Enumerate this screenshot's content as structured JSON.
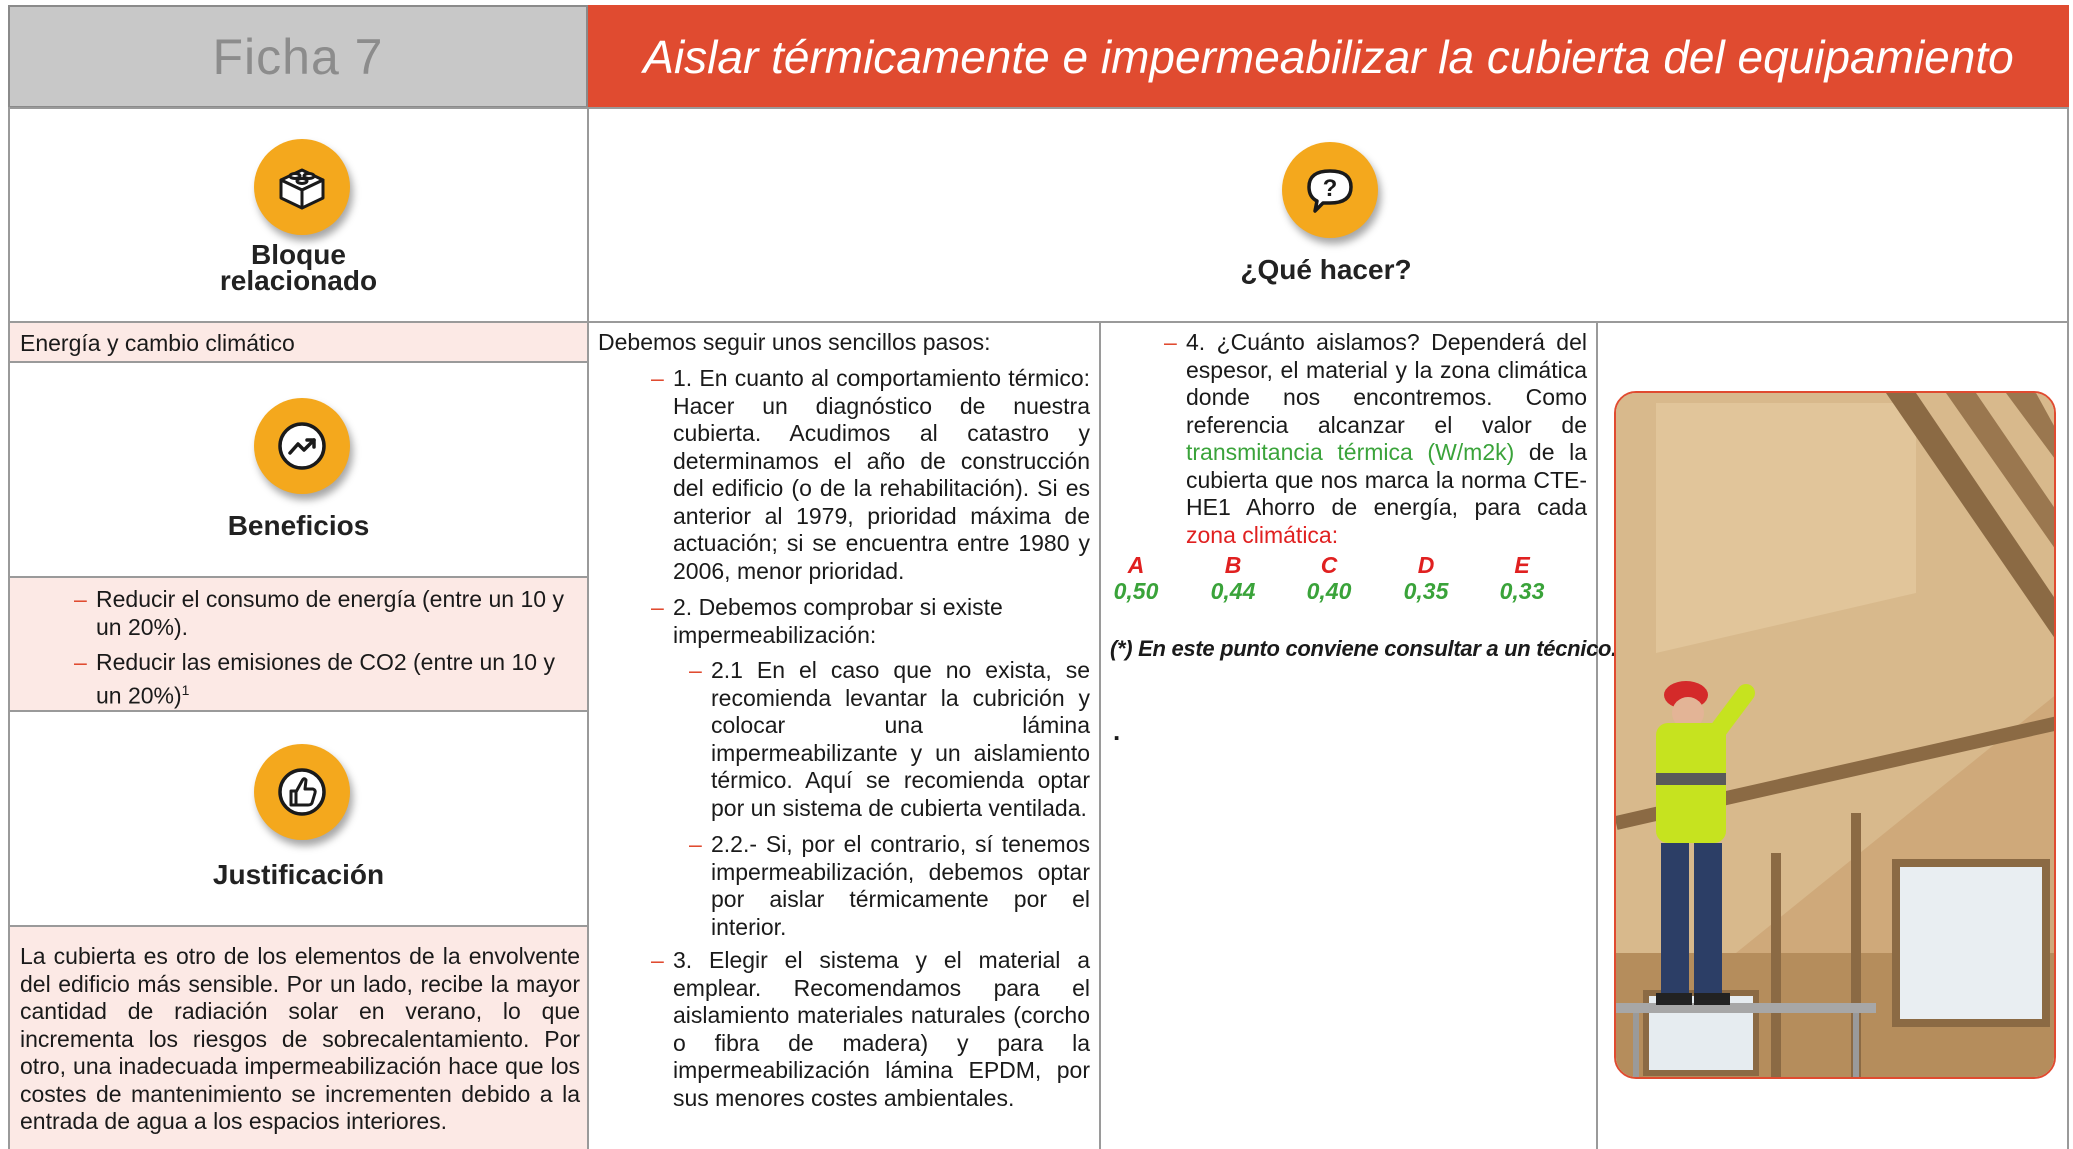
{
  "header": {
    "ficha": "Ficha 7",
    "title": "Aislar térmicamente e impermeabilizar la cubierta del equipamiento"
  },
  "bloque": {
    "label_line1": "Bloque",
    "label_line2": "relacionado",
    "icon": "blocks-icon",
    "value": "Energía y cambio climático"
  },
  "que_hacer": {
    "label": "¿Qué hacer?",
    "icon": "question-bubble-icon"
  },
  "beneficios": {
    "label": "Beneficios",
    "icon": "trend-up-icon",
    "items": [
      "Reducir el consumo de energía (entre un 10 y un 20%).",
      "Reducir las emisiones de CO2 (entre un 10 y un 20%)"
    ],
    "footnote": "1"
  },
  "justificacion": {
    "label": "Justificación",
    "icon": "thumbs-up-icon",
    "text": "La cubierta es otro de los elementos de la envolvente del edificio más sensible. Por un lado, recibe la mayor cantidad de radiación solar en verano, lo que incrementa los riesgos de sobrecalentamiento. Por otro, una inadecuada impermeabilización hace que los costes de mantenimiento se incrementen debido a la entrada de agua a los espacios interiores."
  },
  "pasos": {
    "intro": "Debemos seguir unos sencillos pasos:",
    "step1": "1. En cuanto al comportamiento térmico: Hacer un diagnóstico de nuestra cubierta. Acudimos al catastro y determinamos el año de construcción del edificio (o de la rehabilitación). Si es anterior al 1979, prioridad máxima de actuación; si se encuentra entre 1980 y 2006, menor prioridad.",
    "step2": "2. Debemos comprobar si existe impermeabilización:",
    "step2_1": "2.1 En el caso que no exista, se recomienda levantar la cubrición y colocar una lámina impermeabilizante y un aislamiento térmico. Aquí se recomienda optar por un sistema de cubierta ventilada.",
    "step2_2": "2.2.- Si, por el contrario, sí tenemos impermeabilización, debemos optar por aislar térmicamente por el interior.",
    "step3": "3. Elegir el sistema y el material a emplear. Recomendamos para el aislamiento materiales naturales (corcho o fibra de madera) y para la impermeabilización lámina EPDM, por sus menores costes ambientales.",
    "step4_a": "4. ¿Cuánto aislamos? Dependerá del espesor, el material y la zona climática donde nos encontremos. Como referencia alcanzar el valor de",
    "step4_link1": "transmitancia térmica (W/m2k)",
    "step4_b": "de la cubierta que nos marca la norma CTE-HE1 Ahorro de energía, para cada",
    "step4_link2": "zona climática:",
    "zones": [
      {
        "zone": "A",
        "value": "0,50"
      },
      {
        "zone": "B",
        "value": "0,44"
      },
      {
        "zone": "C",
        "value": "0,40"
      },
      {
        "zone": "D",
        "value": "0,35"
      },
      {
        "zone": "E",
        "value": "0,33"
      }
    ],
    "note": "(*) En este punto conviene consultar a un técnico.",
    "dot": "."
  },
  "colors": {
    "accent": "#e04b30",
    "icon_orange": "#f4a81d",
    "pink_bg": "#fce9e5",
    "header_grey": "#c8c8c8",
    "green": "#3aa33a",
    "red": "#e02020"
  }
}
